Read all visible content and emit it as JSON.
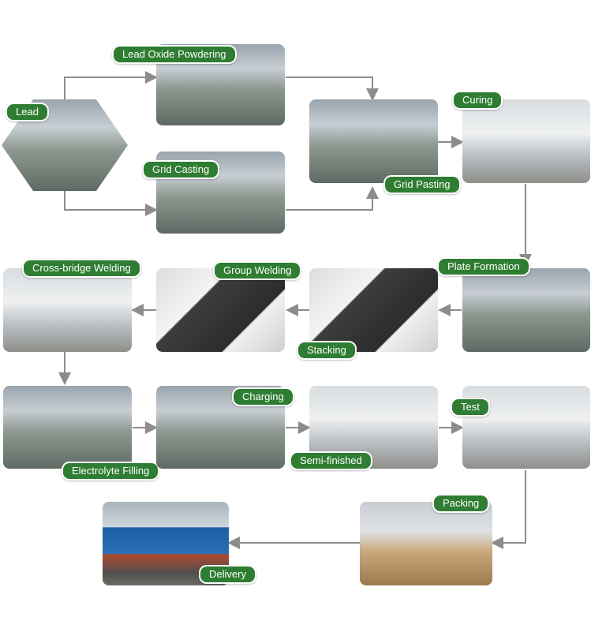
{
  "steps": {
    "lead": "Lead",
    "lead_oxide_powdering": "Lead Oxide Powdering",
    "grid_casting": "Grid Casting",
    "grid_pasting": "Grid Pasting",
    "curing": "Curing",
    "plate_formation": "Plate Formation",
    "stacking": "Stacking",
    "group_welding": "Group Welding",
    "cross_bridge_welding": "Cross-bridge Welding",
    "electrolyte_filling": "Electrolyte Filling",
    "charging": "Charging",
    "semi_finished": "Semi-finished",
    "test": "Test",
    "packing": "Packing",
    "delivery": "Delivery"
  },
  "colors": {
    "tag_green": "#2f7d32",
    "arrow_gray": "#8c8c8c"
  }
}
